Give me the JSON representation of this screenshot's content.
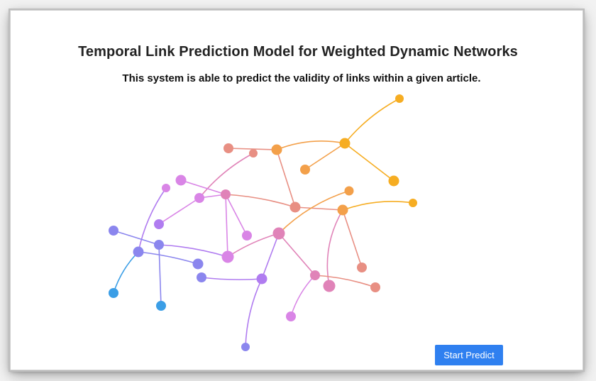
{
  "page": {
    "title": "Temporal Link Prediction Model for Weighted Dynamic Networks",
    "subtitle": "This system is able to predict the validity of links within a given article."
  },
  "actions": {
    "start_label": "Start Predict"
  },
  "colors": {
    "blue": "#3b9ee6",
    "indigo": "#8b86ee",
    "purple": "#b07cf0",
    "magenta": "#d985e6",
    "pink": "#e083b8",
    "salmon": "#e88f83",
    "orange": "#f3a04a",
    "amber": "#f6ad22",
    "button": "#2f80f0"
  }
}
